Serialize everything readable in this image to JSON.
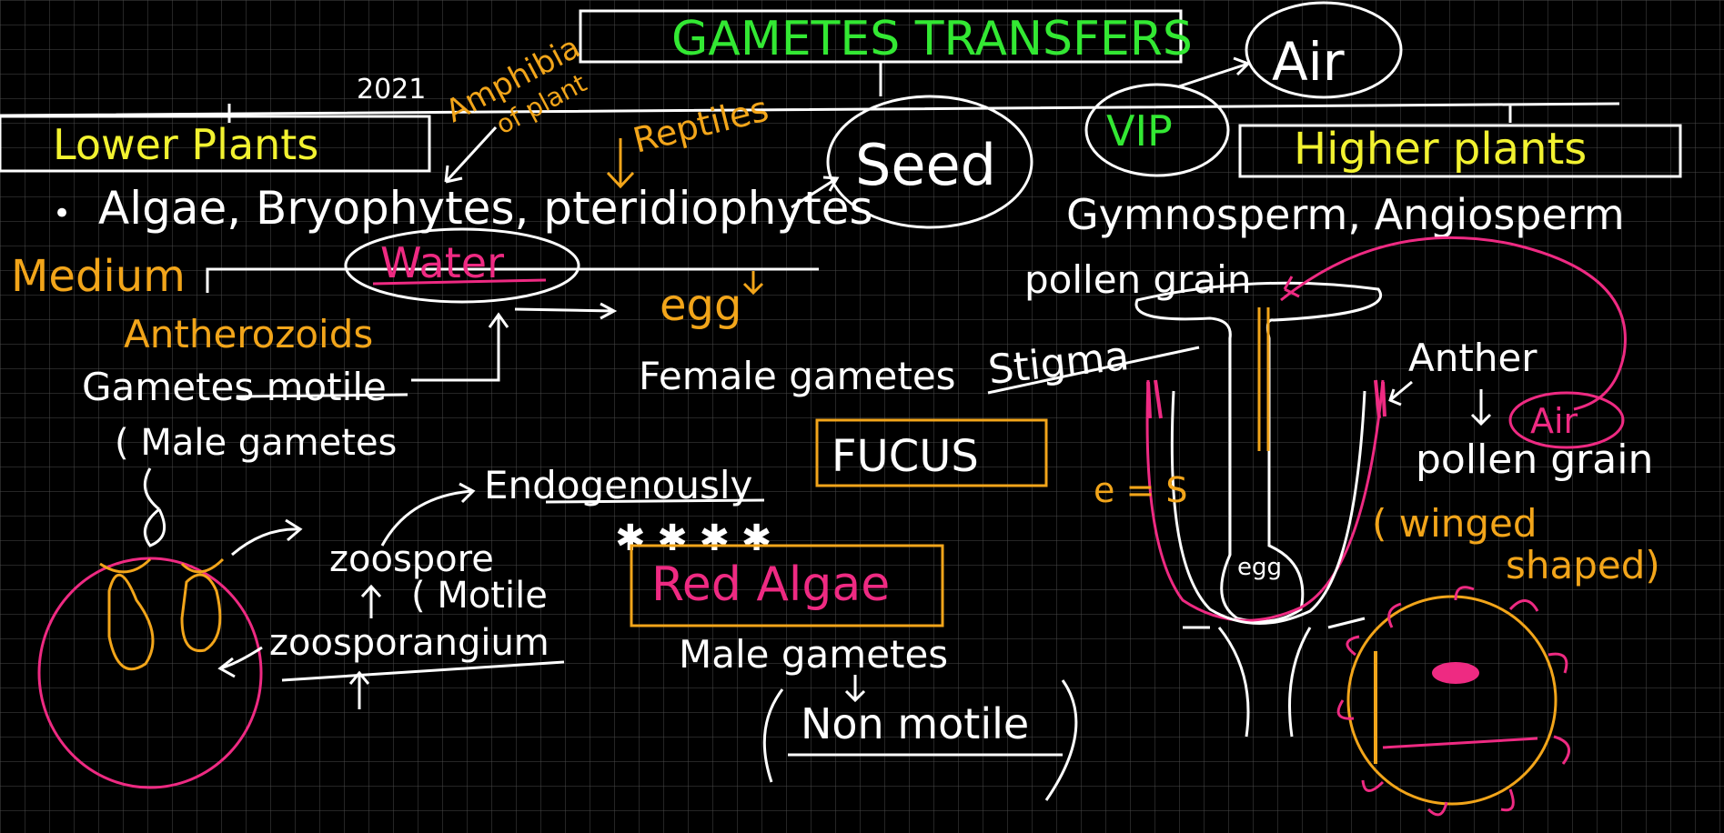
{
  "colors": {
    "background": "#000000",
    "grid": "#555555",
    "white": "#ffffff",
    "yellow": "#f2f230",
    "green": "#33e833",
    "orange": "#f2a51a",
    "pink": "#ee2a82"
  },
  "title": "GAMETES TRANSFERS",
  "year": "2021",
  "annotations": {
    "amphibia": "Amphibia",
    "of_plant": "of plant",
    "reptiles": "Reptiles",
    "air_top": "Air",
    "vip": "VIP",
    "seed": "Seed"
  },
  "lower_plants": {
    "heading": "Lower Plants",
    "bullet": "•",
    "groups": "Algae, Bryophytes, pteridiophytes",
    "medium_label": "Medium",
    "medium_value": "Water",
    "antherozoids": "Antherozoids",
    "gametes_motile": "Gametes motile",
    "male_gametes": "( Male gametes",
    "egg": "egg",
    "female_gametes": "Female gametes"
  },
  "algae_section": {
    "zoospore": "zoospore",
    "motile": "( Motile",
    "zoosporangium": "zoosporangium",
    "endogenously": "Endogenously",
    "fucus": "FUCUS",
    "red_algae": "Red Algae",
    "male_gametes": "Male gametes",
    "non_motile": "Non motile"
  },
  "higher_plants": {
    "heading": "Higher plants",
    "groups": "Gymnosperm, Angiosperm",
    "pollen_grain": "pollen grain",
    "stigma": "Stigma",
    "anther": "Anther",
    "air": "Air",
    "pollen_grain_2": "pollen grain",
    "winged": "( winged",
    "shaped": "shaped)",
    "e_s": "e = S",
    "egg_short": "egg"
  },
  "icons": [
    "star-icon"
  ]
}
